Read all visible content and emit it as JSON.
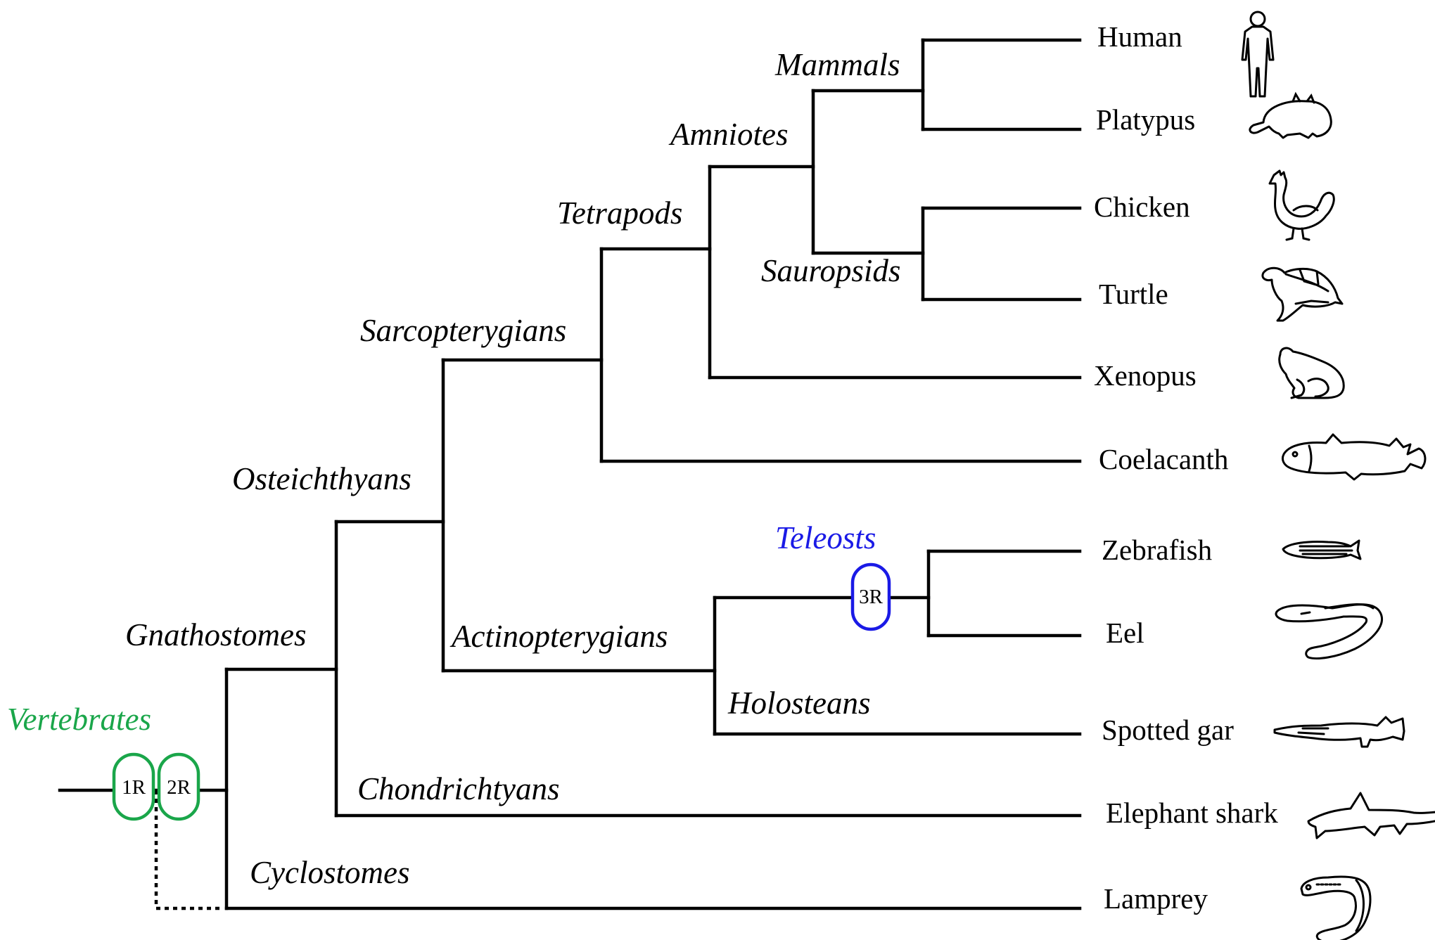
{
  "clades": {
    "vertebrates": "Vertebrates",
    "gnathostomes": "Gnathostomes",
    "osteichthyans": "Osteichthyans",
    "sarcopterygians": "Sarcopterygians",
    "tetrapods": "Tetrapods",
    "amniotes": "Amniotes",
    "mammals": "Mammals",
    "sauropsids": "Sauropsids",
    "actinopterygians": "Actinopterygians",
    "teleosts": "Teleosts",
    "holosteans": "Holosteans",
    "chondrichthyans": "Chondrichtyans",
    "cyclostomes": "Cyclostomes"
  },
  "taxa": {
    "human": "Human",
    "platypus": "Platypus",
    "chicken": "Chicken",
    "turtle": "Turtle",
    "xenopus": "Xenopus",
    "coelacanth": "Coelacanth",
    "zebrafish": "Zebrafish",
    "eel": "Eel",
    "spotted_gar": "Spotted gar",
    "elephant_shark": "Elephant shark",
    "lamprey": "Lamprey"
  },
  "duplications": {
    "first": "1R",
    "second": "2R",
    "third": "3R"
  },
  "colors": {
    "vertebrate_wgd": "#1aa64a",
    "teleost_wgd": "#1a1ae6",
    "branches": "#000000"
  },
  "icons": [
    "human-silhouette-icon",
    "platypus-silhouette-icon",
    "chicken-silhouette-icon",
    "turtle-silhouette-icon",
    "frog-silhouette-icon",
    "coelacanth-silhouette-icon",
    "zebrafish-silhouette-icon",
    "eel-silhouette-icon",
    "gar-silhouette-icon",
    "shark-silhouette-icon",
    "lamprey-silhouette-icon"
  ]
}
